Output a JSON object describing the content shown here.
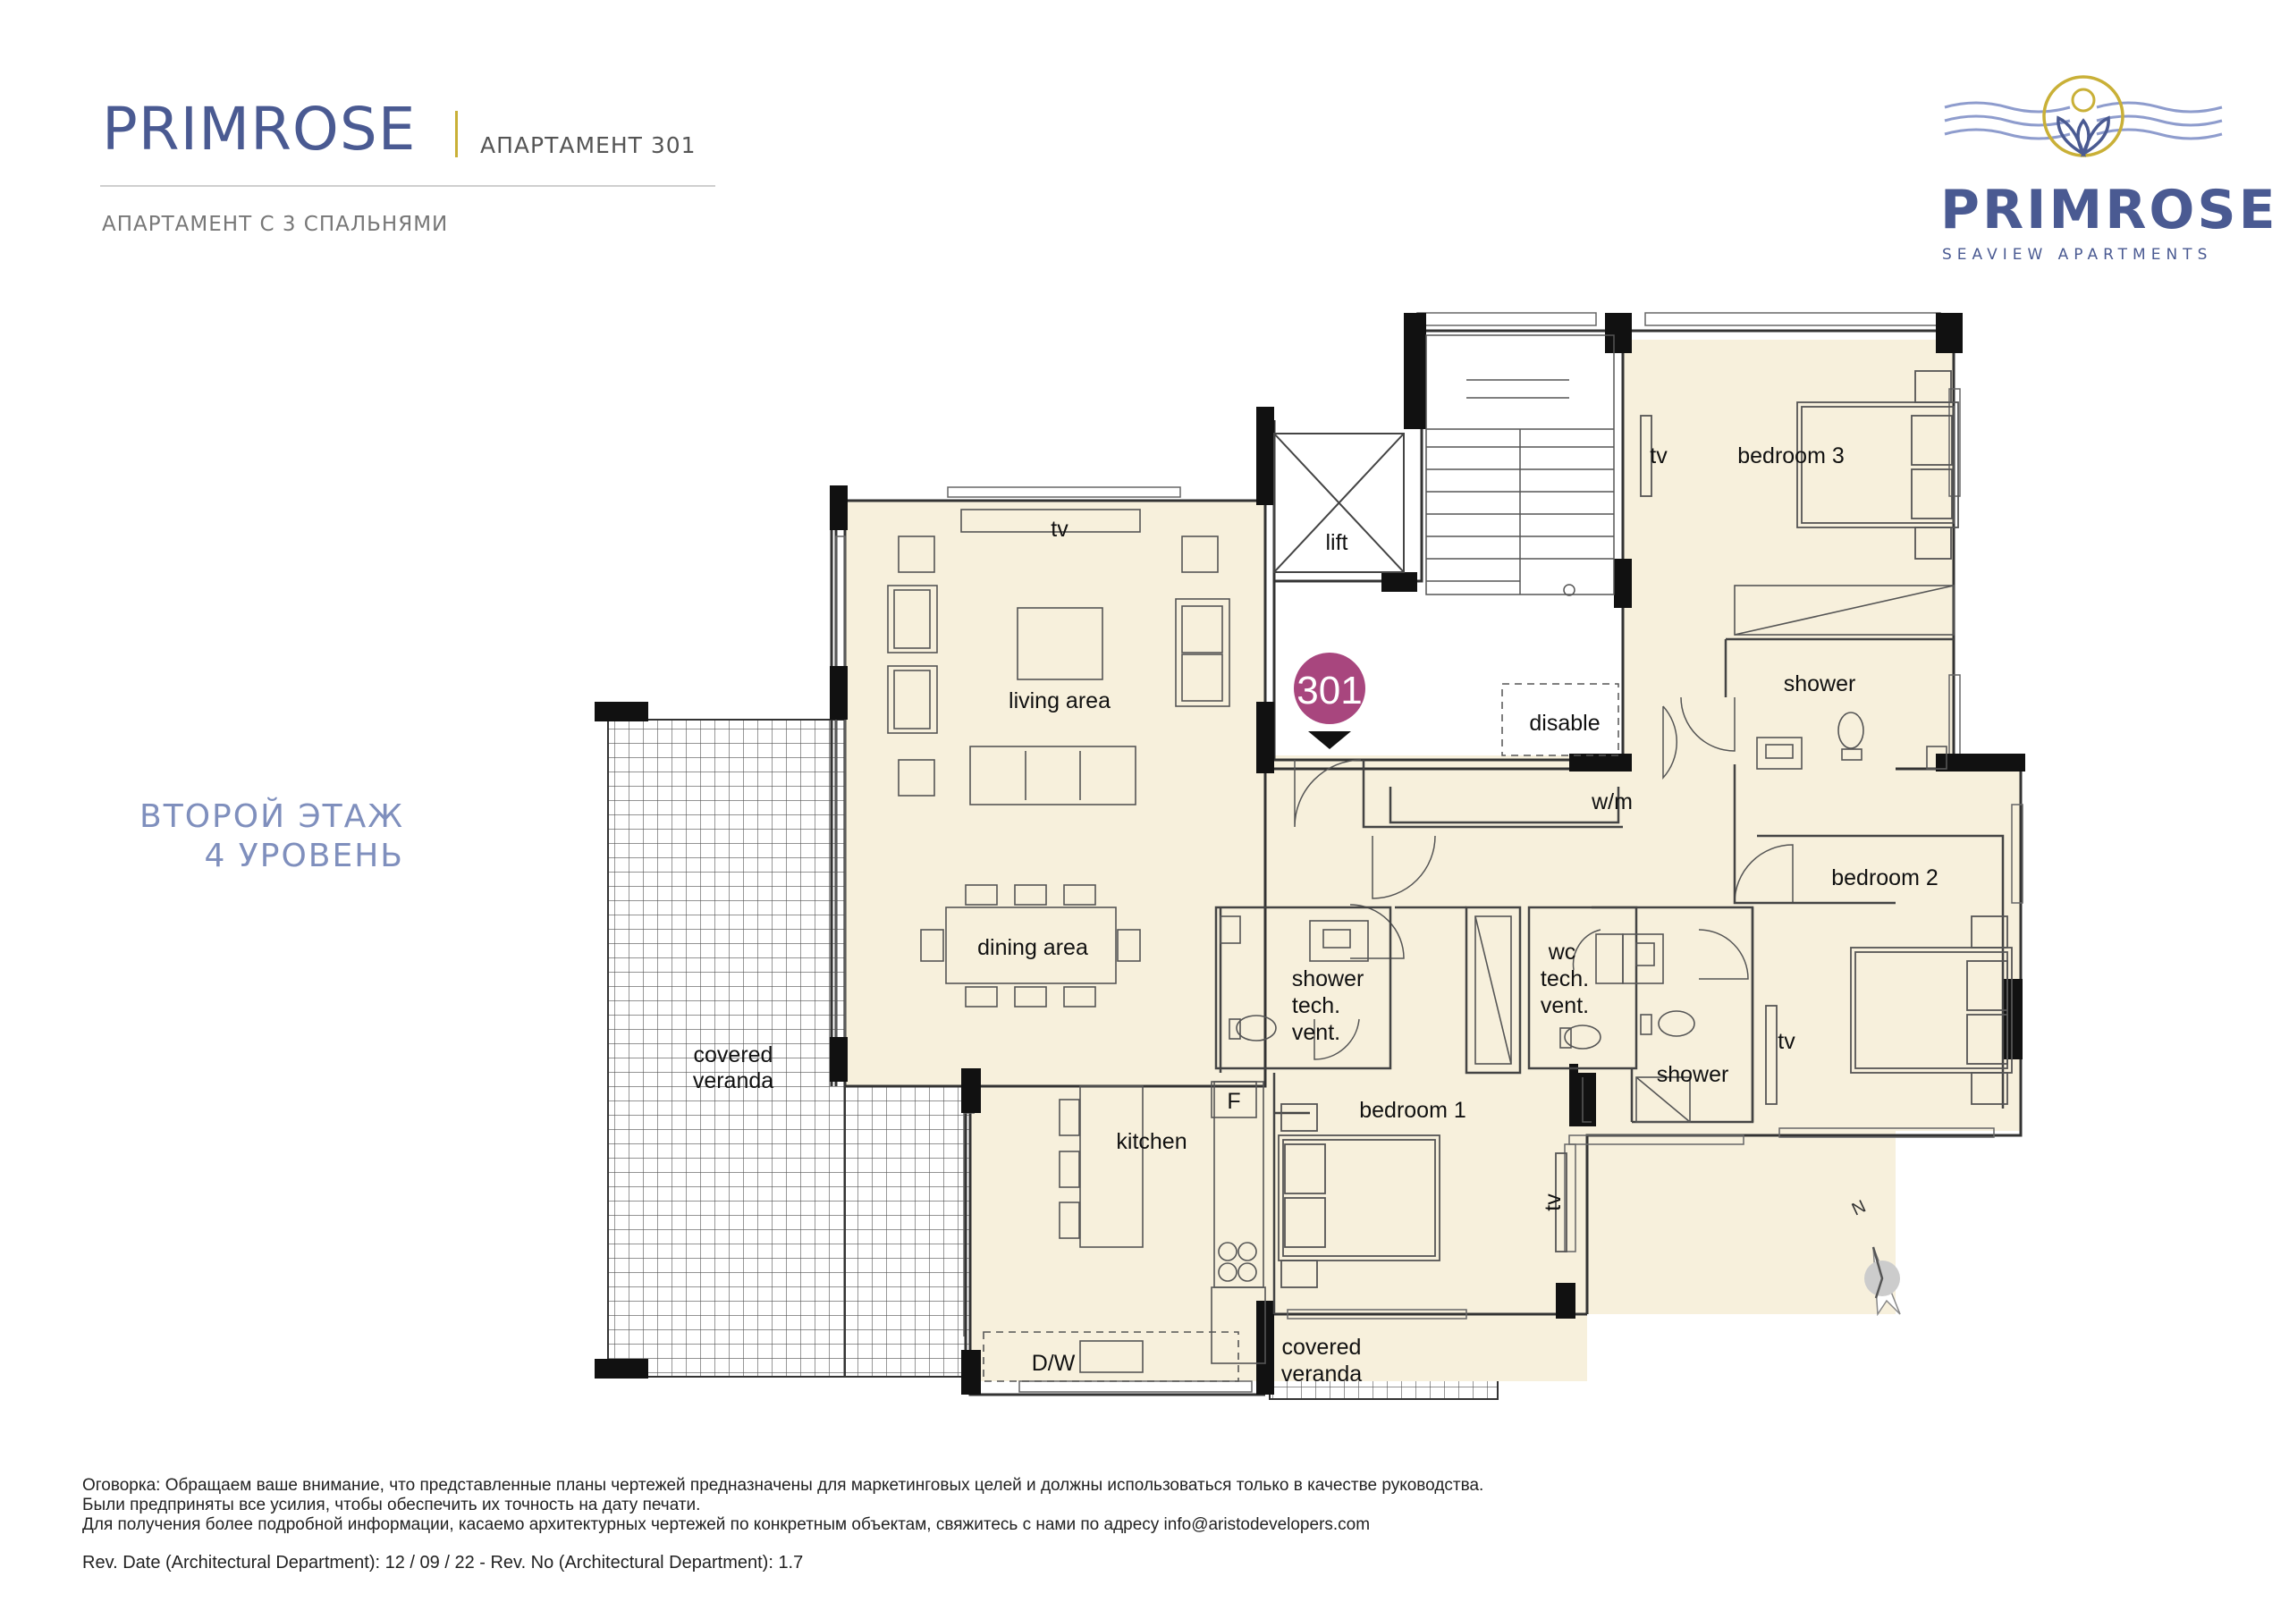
{
  "header": {
    "title": "PRIMROSE",
    "apartment": "АПАРТАМЕНТ  301",
    "subtitle": "АПАРТАМЕНТ С 3 СПАЛЬНЯМИ"
  },
  "logo": {
    "name": "PRIMROSE",
    "tagline": "SEAVIEW APARTMENTS",
    "icon": "lotus-waves-icon"
  },
  "floor": {
    "line1": "ВТОРОЙ ЭТАЖ",
    "line2": "4 УРОВЕНЬ"
  },
  "plan": {
    "unit_badge": "301",
    "rooms": {
      "living_area": "living area",
      "tv_living": "tv",
      "lift": "lift",
      "disable": "disable",
      "dining_area": "dining area",
      "kitchen": "kitchen",
      "fridge": "F",
      "dishwasher": "D/W",
      "covered_veranda_west_1": "covered",
      "covered_veranda_west_2": "veranda",
      "covered_veranda_south_1": "covered",
      "covered_veranda_south_2": "veranda",
      "bedroom_1": "bedroom 1",
      "tv_bedroom_1": "tv",
      "bedroom_2": "bedroom 2",
      "tv_bedroom_2": "tv",
      "bedroom_3": "bedroom 3",
      "tv_bedroom_3": "tv",
      "shower_top": "shower",
      "shower_mid_1": "shower",
      "shower_mid_2": "tech.",
      "shower_mid_3": "vent.",
      "wc_1": "wc",
      "wc_2": "tech.",
      "wc_3": "vent.",
      "shower_bottom": "shower",
      "washing_machine": "w/m"
    },
    "north": "N"
  },
  "colors": {
    "brand": "#4a5a92",
    "gold": "#c9b037",
    "floor_fill": "#f7f0dc",
    "badge": "#a8467e"
  },
  "disclaimer": {
    "line1": "Оговорка: Обращаем ваше внимание, что представленные планы чертежей предназначены для маркетинговых целей и должны использоваться только в качестве руководства.",
    "line2": "Были предприняты все усилия, чтобы обеспечить их точность на дату печати.",
    "line3": "Для получения более подробной информации, касаемо архитектурных чертежей по конкретным объектам, свяжитесь с нами по адресу info@aristodevelopers.com"
  },
  "revision": "Rev. Date (Architectural Department): 12 / 09 / 22 - Rev. No (Architectural Department): 1.7"
}
